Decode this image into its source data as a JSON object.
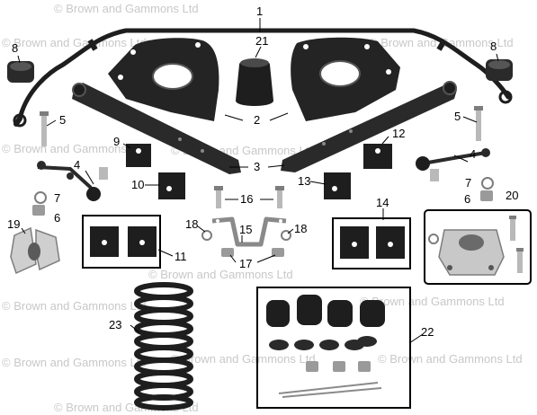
{
  "watermark": "© Brown and Gammons Ltd",
  "callouts": {
    "p1": "1",
    "p2": "2",
    "p3": "3",
    "p4a": "4",
    "p4b": "4",
    "p5a": "5",
    "p5b": "5",
    "p6a": "6",
    "p6b": "6",
    "p7a": "7",
    "p7b": "7",
    "p8a": "8",
    "p8b": "8",
    "p9": "9",
    "p10": "10",
    "p11": "11",
    "p12": "12",
    "p13": "13",
    "p14": "14",
    "p15": "15",
    "p16": "16",
    "p17": "17",
    "p18a": "18",
    "p18b": "18",
    "p19": "19",
    "p20": "20",
    "p21": "21",
    "p22": "22",
    "p23": "23"
  },
  "colors": {
    "part_dark": "#1e1e1e",
    "part_mid": "#3a3a3a",
    "metal": "#b9b9b9",
    "metal_dark": "#7d7d7d",
    "watermark": "#c8c8c8"
  }
}
